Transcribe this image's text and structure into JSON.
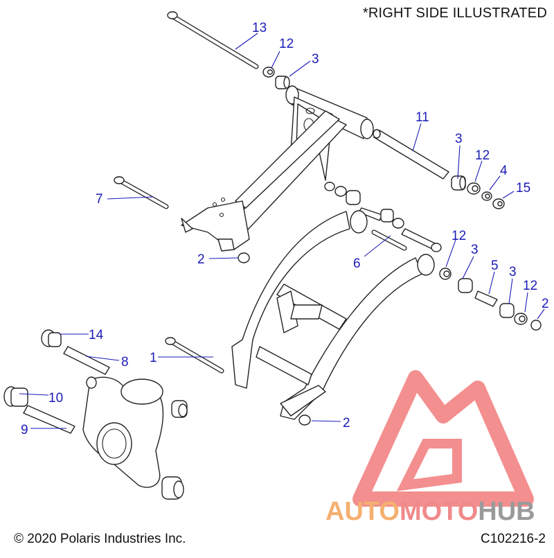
{
  "header": {
    "note": "*RIGHT SIDE ILLUSTRATED"
  },
  "footer": {
    "copyright": "© 2020 Polaris Industries Inc.",
    "figure_code": "C102216-2"
  },
  "colors": {
    "callout": "#1a1ab8",
    "line_art": "#222222",
    "watermark_red": "#f06a6a",
    "watermark_orange": "#f5b070",
    "watermark_gray": "#9a9a9a"
  },
  "callouts": [
    {
      "id": "c13",
      "label": "13"
    },
    {
      "id": "c12a",
      "label": "12"
    },
    {
      "id": "c3a",
      "label": "3"
    },
    {
      "id": "c11",
      "label": "11"
    },
    {
      "id": "c3b",
      "label": "3"
    },
    {
      "id": "c12b",
      "label": "12"
    },
    {
      "id": "c4",
      "label": "4"
    },
    {
      "id": "c15",
      "label": "15"
    },
    {
      "id": "c7",
      "label": "7"
    },
    {
      "id": "c2a",
      "label": "2"
    },
    {
      "id": "c12c",
      "label": "12"
    },
    {
      "id": "c6",
      "label": "6"
    },
    {
      "id": "c3c",
      "label": "3"
    },
    {
      "id": "c5",
      "label": "5"
    },
    {
      "id": "c3d",
      "label": "3"
    },
    {
      "id": "c12d",
      "label": "12"
    },
    {
      "id": "c2b",
      "label": "2"
    },
    {
      "id": "c14",
      "label": "14"
    },
    {
      "id": "c8",
      "label": "8"
    },
    {
      "id": "c1",
      "label": "1"
    },
    {
      "id": "c10",
      "label": "10"
    },
    {
      "id": "c9",
      "label": "9"
    },
    {
      "id": "c2c",
      "label": "2"
    }
  ],
  "watermark": {
    "part1": "AUTO",
    "part2": "MOTO",
    "part3": "HUB"
  }
}
